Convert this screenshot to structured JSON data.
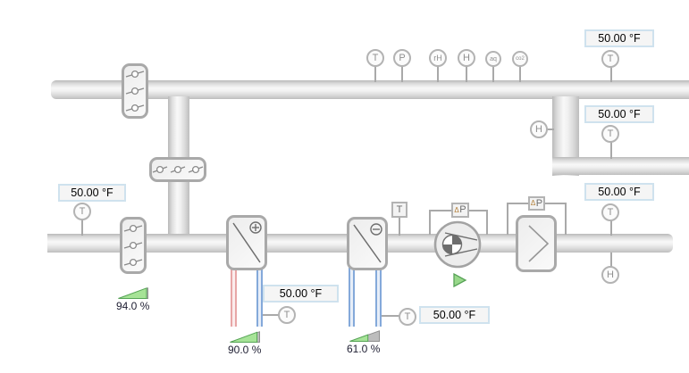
{
  "readouts": [
    {
      "name": "lower-duct-left-temp",
      "value": "50.00 °F"
    },
    {
      "name": "upper-duct-right-temp",
      "value": "50.00 °F"
    },
    {
      "name": "branch-duct-temp",
      "value": "50.00 °F"
    },
    {
      "name": "lower-duct-right-temp",
      "value": "50.00 °F"
    },
    {
      "name": "heating-coil-outlet-temp",
      "value": "50.00 °F"
    },
    {
      "name": "cooling-coil-outlet-temp",
      "value": "50.00 °F"
    }
  ],
  "labels": {
    "t": "T",
    "p": "P",
    "rh": "rH",
    "h": "H",
    "aq": "aq",
    "co2": "co2",
    "dp_delta": "Δ",
    "dp_p": "P"
  },
  "gauges": [
    {
      "name": "lower-damper-position",
      "percent": 94.0,
      "label": "94.0 %"
    },
    {
      "name": "heating-valve-position",
      "percent": 90.0,
      "label": "90.0 %"
    },
    {
      "name": "cooling-valve-position",
      "percent": 61.0,
      "label": "61.0 %"
    }
  ],
  "colors": {
    "pipe_hot_border": "#e7a6a6",
    "pipe_hot_fill": "#fbecec",
    "pipe_cold_border": "#84a9da",
    "pipe_cold_fill": "#e7eef8",
    "gauge_fill": "#a6e397",
    "gauge_stroke": "#56a556",
    "gauge_rest_fill": "#bdbdbd",
    "gauge_rest_stroke": "#8f8f8f",
    "run_indicator": "#98d88a",
    "readout_border": "#cfe2ee"
  }
}
